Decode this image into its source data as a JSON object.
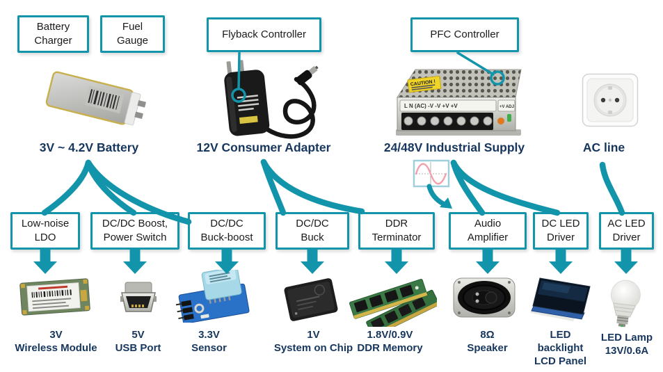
{
  "colors": {
    "accent_teal": "#1295AB",
    "label_navy": "#17365D",
    "sine_pink": "#F2A0AC",
    "sine_box_border": "#9FCFDA"
  },
  "callouts": [
    {
      "lines": [
        "Battery",
        "Charger"
      ]
    },
    {
      "lines": [
        "Fuel",
        "Gauge"
      ]
    },
    {
      "lines": [
        "Flyback Controller"
      ]
    },
    {
      "lines": [
        "PFC Controller"
      ]
    }
  ],
  "sources": [
    {
      "label": "3V ~ 4.2V Battery",
      "image": "lithium-battery-photo"
    },
    {
      "label": "12V Consumer Adapter",
      "image": "wall-adapter-photo"
    },
    {
      "label": "24/48V Industrial Supply",
      "image": "industrial-psu-photo"
    },
    {
      "label": "AC line",
      "image": "ac-wall-socket-photo"
    }
  ],
  "converters": [
    {
      "lines": [
        "Low-noise",
        "LDO"
      ]
    },
    {
      "lines": [
        "DC/DC Boost,",
        "Power Switch"
      ]
    },
    {
      "lines": [
        "DC/DC",
        "Buck-boost"
      ]
    },
    {
      "lines": [
        "DC/DC",
        "Buck"
      ]
    },
    {
      "lines": [
        "DDR",
        "Terminator"
      ]
    },
    {
      "lines": [
        "Audio",
        "Amplifier"
      ]
    },
    {
      "lines": [
        "DC LED",
        "Driver"
      ]
    },
    {
      "lines": [
        "AC LED",
        "Driver"
      ]
    }
  ],
  "loads": [
    {
      "lines": [
        "3V",
        "Wireless Module"
      ],
      "image": "wireless-module-photo"
    },
    {
      "lines": [
        "5V",
        "USB Port"
      ],
      "image": "mini-usb-port-photo"
    },
    {
      "lines": [
        "3.3V",
        "Sensor"
      ],
      "image": "sensor-board-photo"
    },
    {
      "lines": [
        "1V",
        "System on Chip"
      ],
      "image": "soc-chip-photo"
    },
    {
      "lines": [
        "1.8V/0.9V",
        "DDR Memory"
      ],
      "image": "ddr-memory-photo"
    },
    {
      "lines": [
        "8Ω",
        "Speaker"
      ],
      "image": "speaker-photo"
    },
    {
      "lines": [
        "LED",
        "backlight",
        "LCD Panel"
      ],
      "image": "lcd-panel-photo"
    },
    {
      "lines": [
        "LED Lamp",
        "13V/0.6A"
      ],
      "image": "led-bulb-photo"
    }
  ],
  "psu": {
    "caution": "CAUTION !",
    "terminal_row": "L N (AC)   -V  -V  +V  +V",
    "adj": "+V ADJ"
  },
  "icons": {
    "ac_waveform": "sine-wave-icon"
  }
}
